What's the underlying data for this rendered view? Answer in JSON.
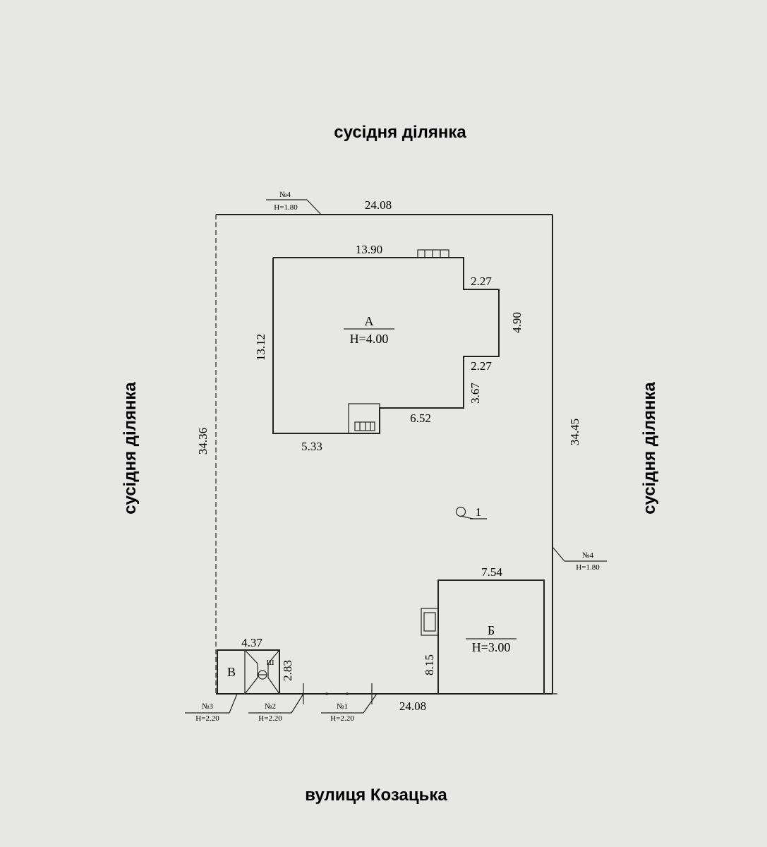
{
  "labels": {
    "top": "сусідня ділянка",
    "left": "сусідня ділянка",
    "right": "сусідня ділянка",
    "bottom": "вулиця Козацька"
  },
  "plot": {
    "dim_top": "24.08",
    "dim_bottom": "24.08",
    "dim_left": "34.36",
    "dim_right": "34.45"
  },
  "building_a": {
    "letter": "А",
    "height": "Н=4.00",
    "dims": [
      "13.90",
      "2.27",
      "4.90",
      "2.27",
      "3.67",
      "6.52",
      "5.33",
      "13.12"
    ]
  },
  "building_b": {
    "letter": "Б",
    "height": "Н=3.00",
    "dim_width": "7.54",
    "dim_height": "8.15"
  },
  "building_v": {
    "letter": "В",
    "dim_width": "4.37",
    "dim_height": "2.83",
    "mark": "Ш"
  },
  "fences": [
    {
      "no": "№4",
      "h": "Н=1.80"
    },
    {
      "no": "№4",
      "h": "Н=1.80"
    },
    {
      "no": "№3",
      "h": "Н=2.20"
    },
    {
      "no": "№2",
      "h": "Н=2.20"
    },
    {
      "no": "№1",
      "h": "Н=2.20"
    }
  ],
  "well": {
    "label": "1"
  }
}
